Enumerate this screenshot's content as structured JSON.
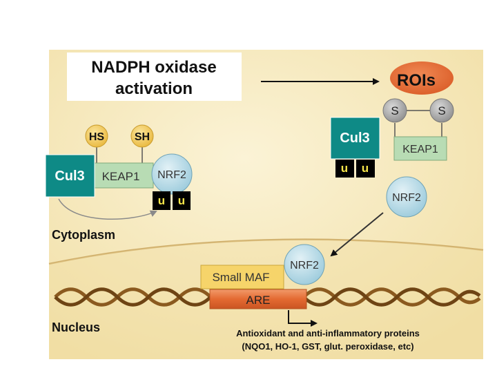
{
  "title_box": {
    "line1": "NADPH oxidase",
    "line2": "activation"
  },
  "rois": {
    "label": "ROIs"
  },
  "left_complex": {
    "hs": "HS",
    "sh": "SH",
    "cul3": "Cul3",
    "keap1": "KEAP1",
    "nrf2": "NRF2",
    "ubiquitin": [
      "u",
      "u"
    ]
  },
  "right_complex": {
    "s1": "S",
    "s2": "S",
    "keap1": "KEAP1",
    "cul3": "Cul3",
    "ubiquitin": [
      "u",
      "u"
    ],
    "nrf2": "NRF2"
  },
  "nucleus_complex": {
    "small_maf": "Small MAF",
    "nrf2": "NRF2",
    "are": "ARE"
  },
  "labels": {
    "cytoplasm": "Cytoplasm",
    "nucleus": "Nucleus",
    "output_line1": "Antioxidant and anti-inflammatory proteins",
    "output_line2": "(NQO1, HO-1, GST, glut. peroxidase, etc)"
  },
  "colors": {
    "background": "#f7ecc6",
    "cul3": "#0e8a86",
    "keap1": "#b8dcb4",
    "nrf2": "#b9dbe6",
    "hs_sh": "#f2c75c",
    "rois": "#e8703a",
    "small_maf": "#f6d46a",
    "are": "#e8703a",
    "ubiquitin_bg": "#000000",
    "ubiquitin_text": "#f7e64a"
  }
}
